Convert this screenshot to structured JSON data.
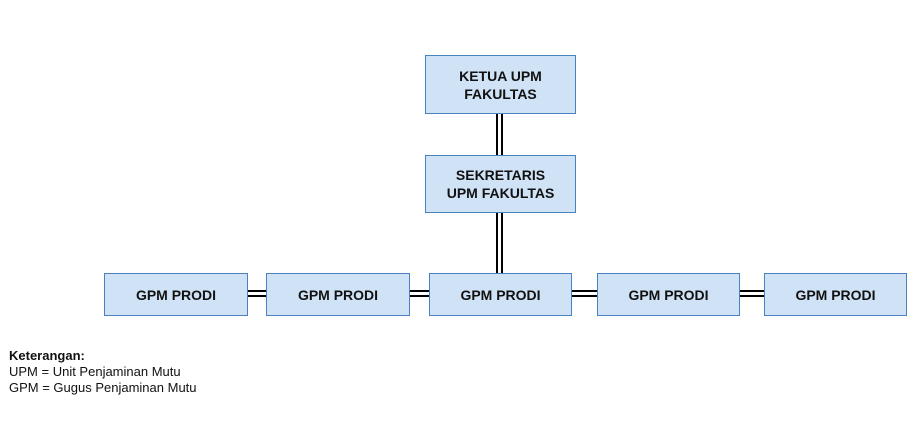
{
  "colors": {
    "box_fill": "#cfe2f6",
    "box_border": "#4a82bf",
    "connector": "#000000"
  },
  "nodes": {
    "ketua": {
      "lines": [
        "KETUA UPM",
        "FAKULTAS"
      ]
    },
    "sekretaris": {
      "lines": [
        "SEKRETARIS",
        "UPM FAKULTAS"
      ]
    },
    "gpm": [
      {
        "label": "GPM PRODI"
      },
      {
        "label": "GPM PRODI"
      },
      {
        "label": "GPM PRODI"
      },
      {
        "label": "GPM PRODI"
      },
      {
        "label": "GPM PRODI"
      }
    ]
  },
  "legend": {
    "title": "Keterangan:",
    "items": [
      "UPM = Unit Penjaminan Mutu",
      "GPM = Gugus Penjaminan Mutu"
    ]
  }
}
